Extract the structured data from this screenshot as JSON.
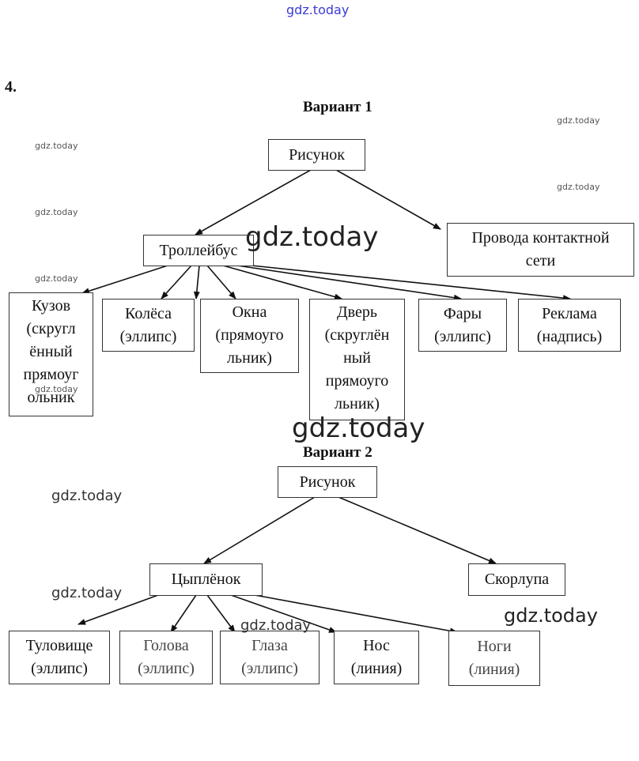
{
  "watermark": "gdz.today",
  "task_number": "4.",
  "variant1": {
    "title": "Вариант 1",
    "root": "Рисунок",
    "trolleybus": "Троллейбус",
    "wires": "Провода контактной\nсети",
    "parts": [
      "Кузов\n(скругл\nённый\nпрямоуг\nольник",
      "Колёса\n(эллипс)",
      "Окна\n(прямоуго\nльник)",
      "Дверь\n(скруглён\nный\nпрямоуго\nльник)",
      "Фары\n(эллипс)",
      "Реклама\n(надпись)"
    ]
  },
  "variant2": {
    "title": "Вариант 2",
    "root": "Рисунок",
    "chick": "Цыплёнок",
    "shell": "Скорлупа",
    "parts": [
      "Туловище\n(эллипс)",
      "Голова\n(эллипс)",
      "Глаза\n(эллипс)",
      "Нос\n(линия)",
      "Ноги\n(линия)"
    ]
  }
}
